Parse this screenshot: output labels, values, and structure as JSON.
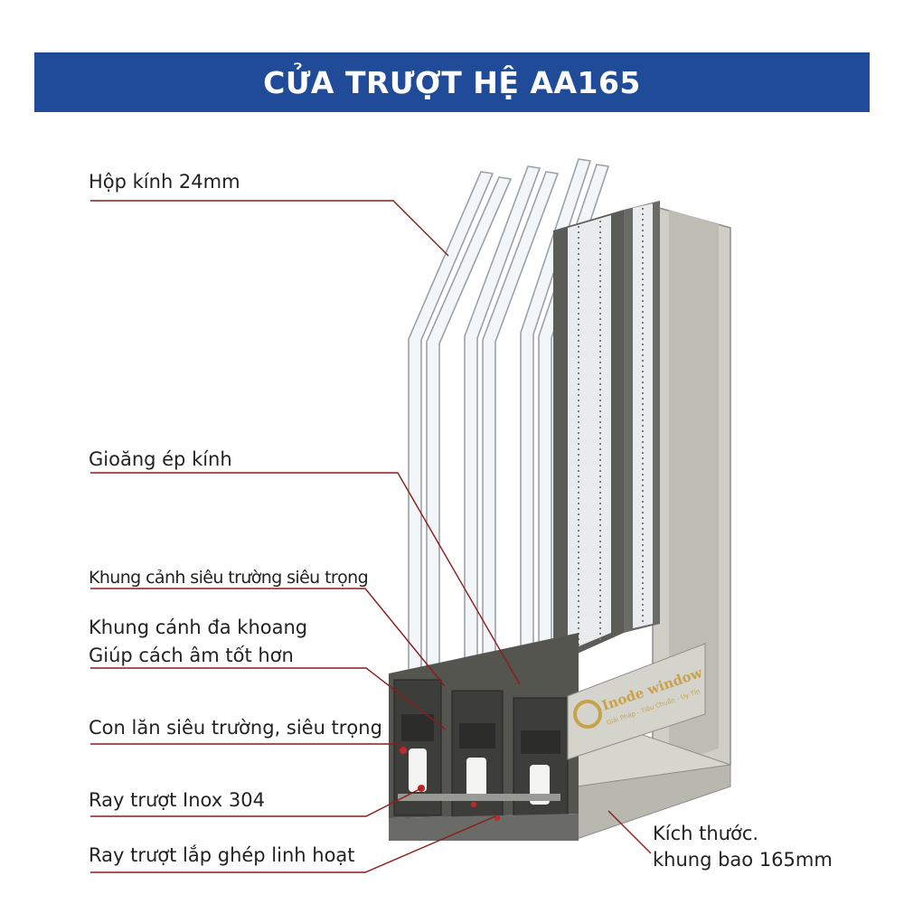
{
  "banner": {
    "title": "CỬA TRƯỢT HỆ AA165",
    "color": "#1f4b99"
  },
  "labels": {
    "glass_unit": "Hộp kính 24mm",
    "glazing_gasket": "Gioăng ép kính",
    "heavy_sash": "Khung cảnh siêu trường siêu trọng",
    "multi_chamber_line1": "Khung cánh đa khoang",
    "multi_chamber_line2": "Giúp cách âm tốt hơn",
    "roller": "Con lăn siêu trường, siêu trọng",
    "inox_rail": "Ray trượt Inox 304",
    "modular_rail": "Ray trượt lắp ghép linh hoạt",
    "dimension_line1": "Kích thước.",
    "dimension_line2": "khung bao 165mm"
  },
  "brand": {
    "name": "Inode window",
    "tagline": "Giải Pháp - Tiêu Chuẩn - Uy Tín"
  },
  "colors": {
    "leader_line": "#8b1c1c",
    "frame": "#c9c9c2",
    "profile_dark": "#4a4a48",
    "glass": "#eef2f4",
    "brand_gold": "#c8a24a"
  }
}
